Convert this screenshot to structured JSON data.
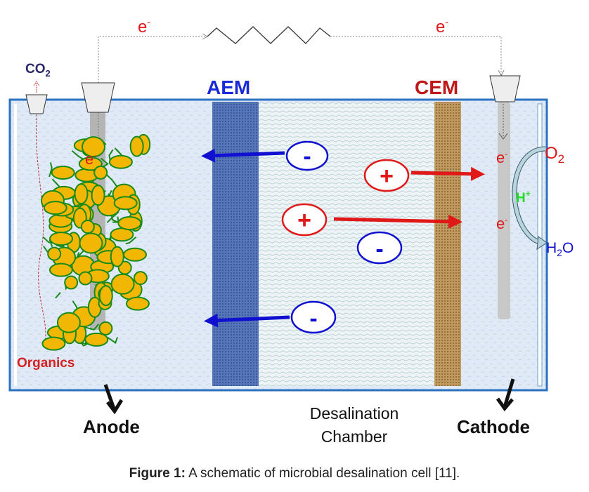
{
  "wire": {
    "electron_left": "e",
    "electron_right": "e",
    "charge": "-"
  },
  "gas_out": {
    "main": "CO",
    "sub": "2"
  },
  "membranes": {
    "aem": "AEM",
    "cem": "CEM"
  },
  "anode": {
    "electron": "e",
    "charge": "-",
    "organics": "Organics",
    "label": "Anode"
  },
  "cathode": {
    "electron": "e",
    "charge": "-",
    "oxygen": {
      "main": "O",
      "sub": "2"
    },
    "proton": {
      "main": "H",
      "sup": "+"
    },
    "water": {
      "pre": "H",
      "sub": "2",
      "post": "O"
    },
    "label": "Cathode"
  },
  "ions": {
    "anion": "-",
    "cation": "+"
  },
  "chamber": {
    "line1": "Desalination",
    "line2": "Chamber"
  },
  "caption": {
    "prefix": "Figure 1:",
    "text": " A schematic of microbial desalination cell [11]."
  },
  "colors": {
    "anion": "#1010d0",
    "cation": "#e01818",
    "tank_border": "#2a72c0",
    "aem": "#4a6eb0",
    "cem": "#b08a50",
    "bacteria": "#f2b705",
    "biofilm": "#1a8a1a"
  }
}
